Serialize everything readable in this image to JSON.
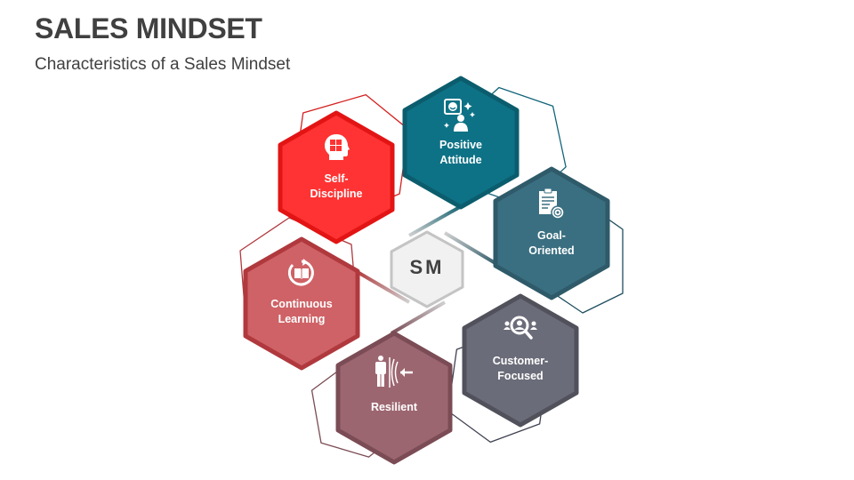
{
  "header": {
    "title": "SALES MINDSET",
    "subtitle": "Characteristics of a Sales Mindset"
  },
  "center": {
    "label": "SM",
    "fill": "#f2f2f2",
    "border": "#c4c4c4"
  },
  "characteristics": [
    {
      "label_line1": "Self-",
      "label_line2": "Discipline",
      "icon": "head-puzzle-icon",
      "fill": "#ff3333",
      "border": "#e31414"
    },
    {
      "label_line1": "Positive",
      "label_line2": "Attitude",
      "icon": "smiling-person-sparkles-icon",
      "fill": "#0e7286",
      "border": "#0b5d6d"
    },
    {
      "label_line1": "Goal-",
      "label_line2": "Oriented",
      "icon": "clipboard-target-icon",
      "fill": "#3a6f81",
      "border": "#2e5a69"
    },
    {
      "label_line1": "Customer-",
      "label_line2": "Focused",
      "icon": "magnifier-customer-icon",
      "fill": "#6b6c79",
      "border": "#50515b"
    },
    {
      "label_line1": "Resilient",
      "label_line2": "",
      "icon": "person-deflect-icon",
      "fill": "#9c6670",
      "border": "#7b4c55"
    },
    {
      "label_line1": "Continuous",
      "label_line2": "Learning",
      "icon": "book-cycle-icon",
      "fill": "#cf6266",
      "border": "#b0393e"
    }
  ]
}
